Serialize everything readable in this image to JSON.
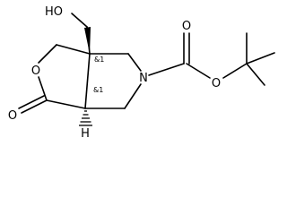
{
  "structure": {
    "atoms": {
      "hydroxyl": "HO",
      "lactone_ring_oxygen": "O",
      "carbonyl_oxygen_left": "O",
      "nitrogen": "N",
      "carbonyl_oxygen_right": "O",
      "ester_oxygen": "O",
      "bridgehead_hydrogen": "H"
    },
    "stereo_labels": {
      "top_center": "&1",
      "bottom_center": "&1"
    }
  }
}
